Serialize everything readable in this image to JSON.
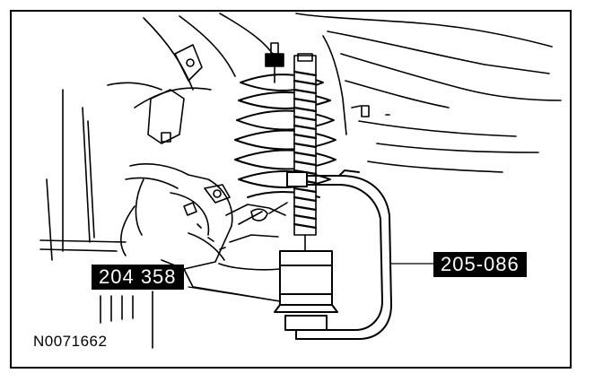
{
  "callouts": {
    "left_tool": "204 358",
    "right_tool": "205-086"
  },
  "figure": {
    "id": "N0071662"
  },
  "colors": {
    "ink": "#000000",
    "paper": "#ffffff"
  }
}
